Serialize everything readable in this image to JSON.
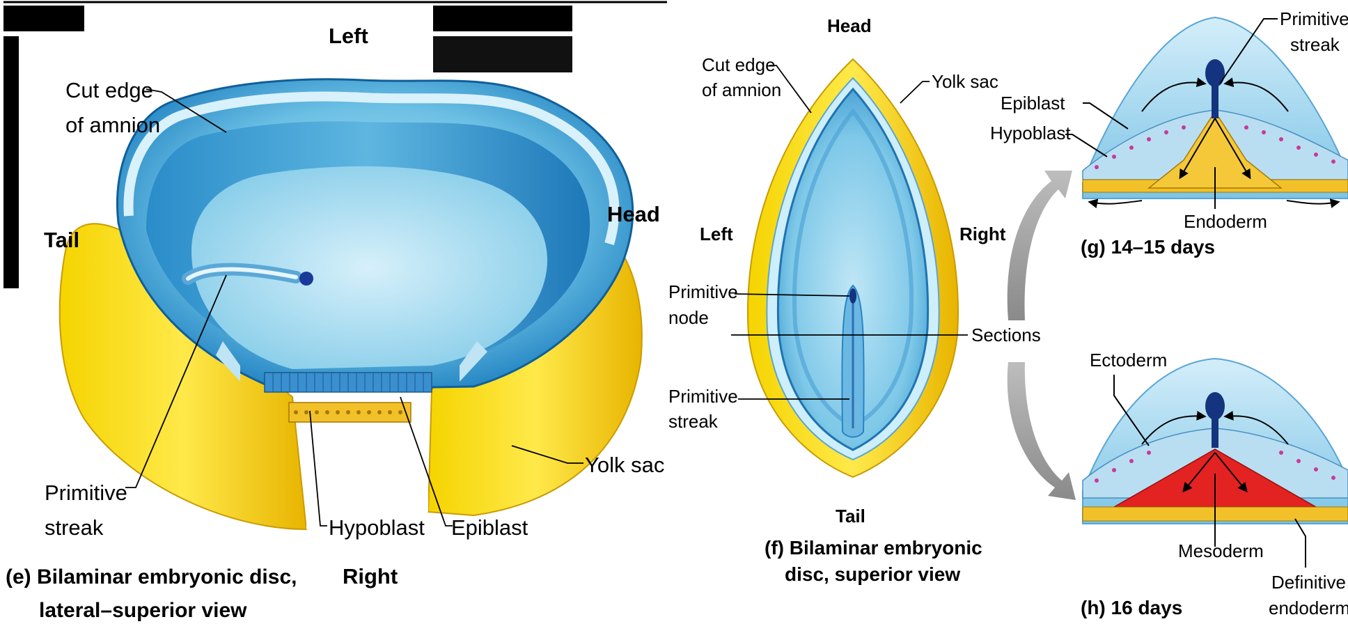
{
  "panel_e": {
    "left": "Left",
    "head": "Head",
    "tail": "Tail",
    "right": "Right",
    "cut_edge_1": "Cut edge",
    "cut_edge_2": "of amnion",
    "primitive_1": "Primitive",
    "primitive_2": "streak",
    "hypoblast": "Hypoblast",
    "epiblast": "Epiblast",
    "yolk_sac": "Yolk sac",
    "caption_1": "(e) Bilaminar embryonic disc,",
    "caption_2": "lateral–superior view"
  },
  "panel_f": {
    "head": "Head",
    "tail": "Tail",
    "left": "Left",
    "right": "Right",
    "cut_edge_1": "Cut edge",
    "cut_edge_2": "of amnion",
    "yolk_sac": "Yolk sac",
    "node_1": "Primitive",
    "node_2": "node",
    "streak_1": "Primitive",
    "streak_2": "streak",
    "sections": "Sections",
    "caption_1": "(f) Bilaminar embryonic",
    "caption_2": "disc, superior view"
  },
  "panel_g": {
    "streak_1": "Primitive",
    "streak_2": "streak",
    "epiblast": "Epiblast",
    "hypoblast": "Hypoblast",
    "endoderm": "Endoderm",
    "caption": "(g) 14–15 days"
  },
  "panel_h": {
    "ectoderm": "Ectoderm",
    "mesoderm": "Mesoderm",
    "definitive_1": "Definitive",
    "definitive_2": "endoderm",
    "caption": "(h) 16 days"
  }
}
